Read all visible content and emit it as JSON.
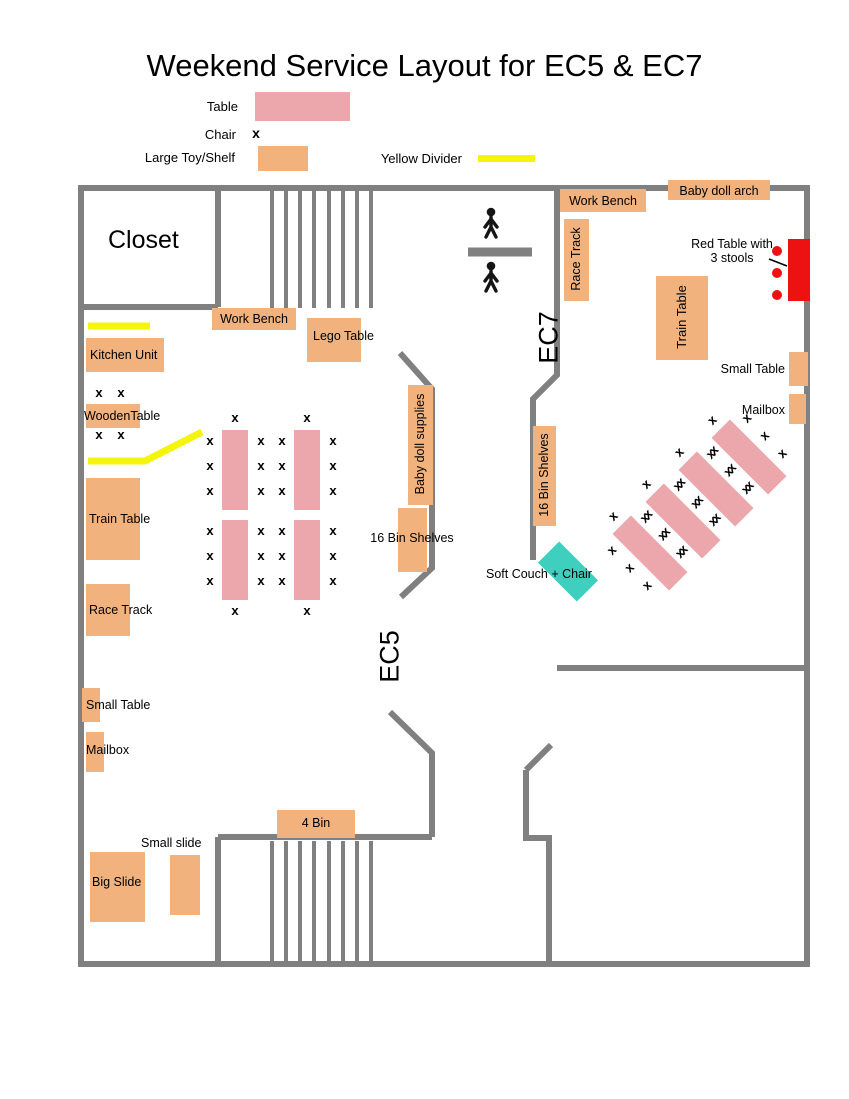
{
  "title": "Weekend Service Layout for EC5 & EC7",
  "legend": {
    "table_label": "Table",
    "chair_label": "Chair",
    "large_toy_label": "Large Toy/Shelf",
    "yellow_divider_label": "Yellow Divider"
  },
  "symbols": {
    "chair": "x"
  },
  "rooms": {
    "closet": "Closet",
    "ec5": "EC5",
    "ec7": "EC7"
  },
  "ec7_items": {
    "work_bench": "Work Bench",
    "baby_doll_arch": "Baby doll arch",
    "race_track": "Race Track",
    "train_table": "Train Table",
    "red_table_note": "Red Table with 3 stools",
    "small_table": "Small Table",
    "mailbox": "Mailbox",
    "bin_shelves_16": "16 Bin Shelves",
    "soft_couch": "Soft Couch + Chair"
  },
  "ec5_items": {
    "work_bench": "Work Bench",
    "lego_table": "Lego Table",
    "kitchen_unit": "Kitchen Unit",
    "wooden_table": "WoodenTable",
    "train_table": "Train Table",
    "race_track": "Race Track",
    "baby_doll_supplies": "Baby doll supplies",
    "bin_shelves_16": "16 Bin Shelves",
    "small_table": "Small Table",
    "mailbox": "Mailbox",
    "bin_4": "4 Bin",
    "small_slide": "Small slide",
    "big_slide": "Big Slide"
  },
  "colors": {
    "table_pink": "#eba7ab",
    "shelf_orange": "#f2b27d",
    "divider_yellow": "#f4f40c",
    "red": "#ee1111",
    "teal": "#3ecfbf",
    "wall_gray": "#808080",
    "icon_black": "#151515"
  }
}
